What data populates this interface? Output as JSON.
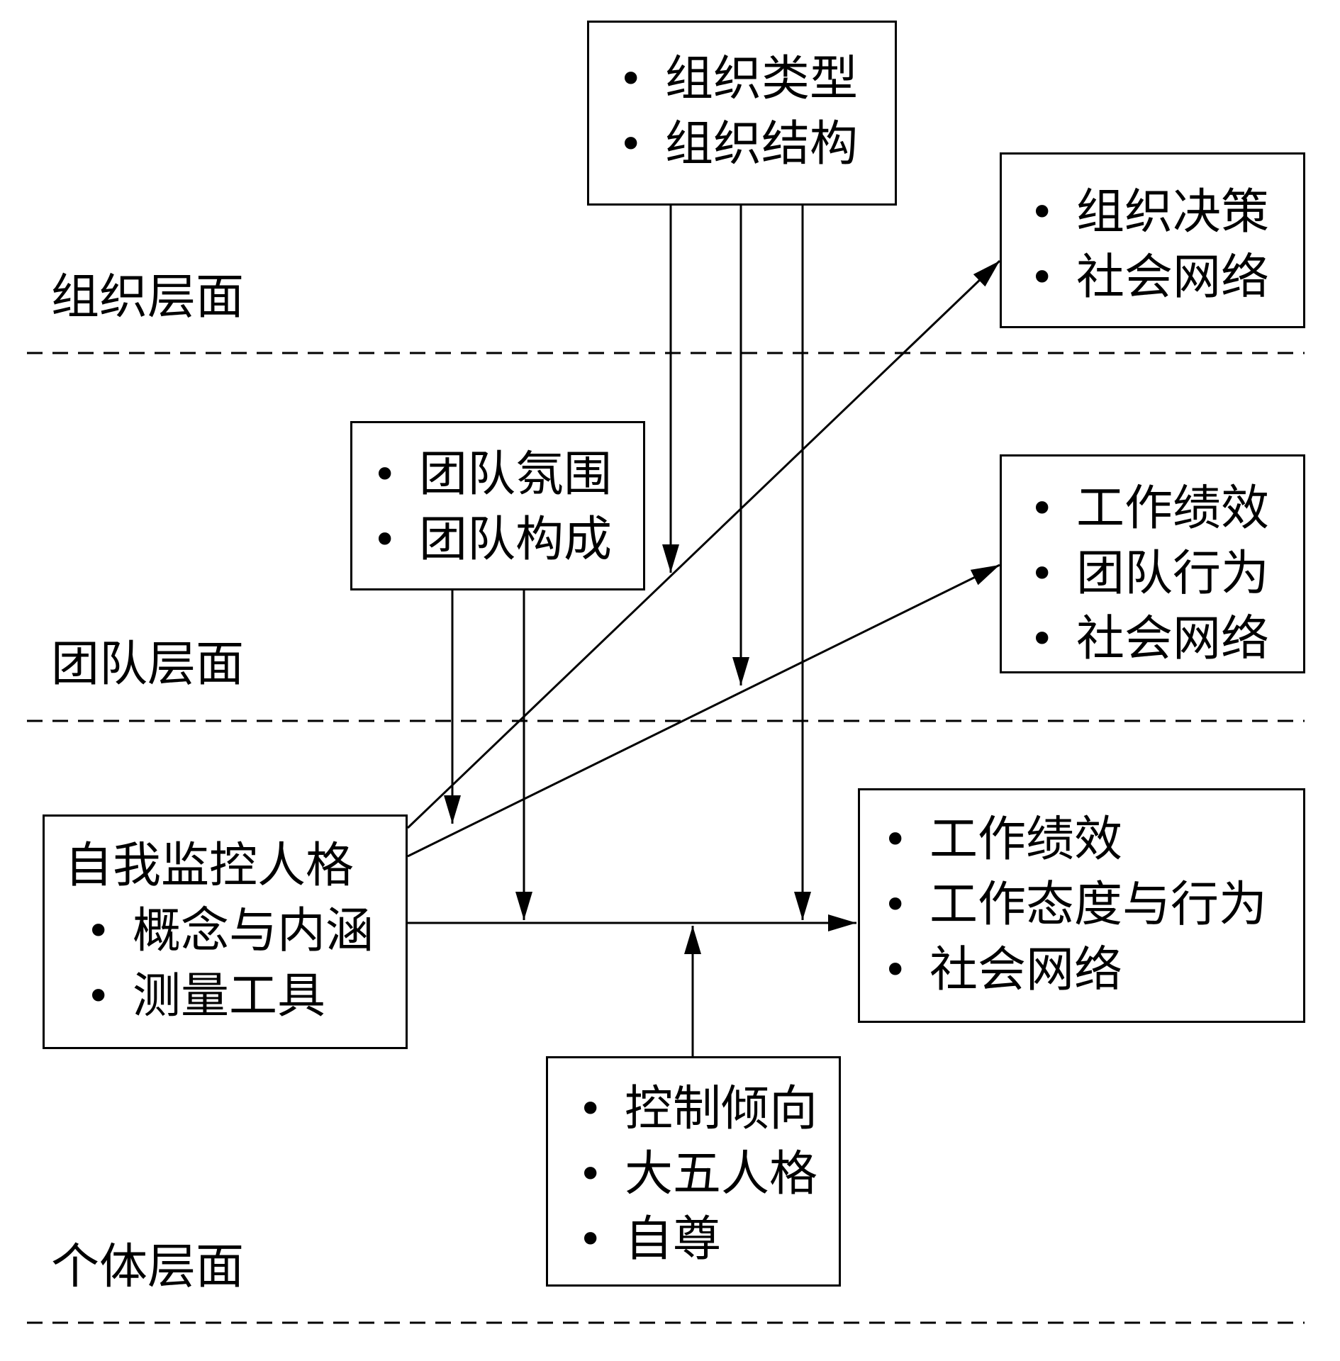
{
  "levels": {
    "organization": "组织层面",
    "team": "团队层面",
    "individual": "个体层面"
  },
  "boxes": {
    "org_antecedents": [
      "组织类型",
      "组织结构"
    ],
    "org_outcomes": [
      "组织决策",
      "社会网络"
    ],
    "team_antecedents": [
      "团队氛围",
      "团队构成"
    ],
    "team_outcomes": [
      "工作绩效",
      "团队行为",
      "社会网络"
    ],
    "core": {
      "title": "自我监控人格",
      "items": [
        "概念与内涵",
        "测量工具"
      ]
    },
    "individual_outcomes": [
      "工作绩效",
      "工作态度与行为",
      "社会网络"
    ],
    "individual_moderators": [
      "控制倾向",
      "大五人格",
      "自尊"
    ]
  }
}
